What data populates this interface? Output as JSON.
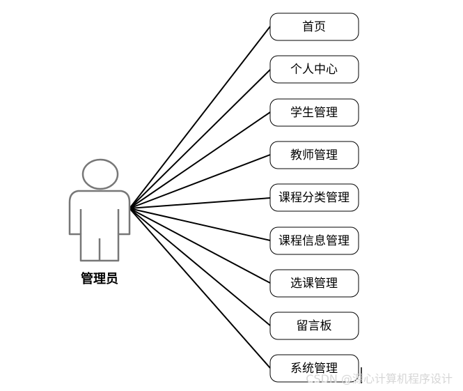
{
  "actor": {
    "label": "管理员"
  },
  "use_cases": [
    {
      "label": "首页"
    },
    {
      "label": "个人中心"
    },
    {
      "label": "学生管理"
    },
    {
      "label": "教师管理"
    },
    {
      "label": "课程分类管理"
    },
    {
      "label": "课程信息管理"
    },
    {
      "label": "选课管理"
    },
    {
      "label": "留言板"
    },
    {
      "label": "系统管理"
    }
  ],
  "watermark": "CSDN @源心计算机程序设计"
}
